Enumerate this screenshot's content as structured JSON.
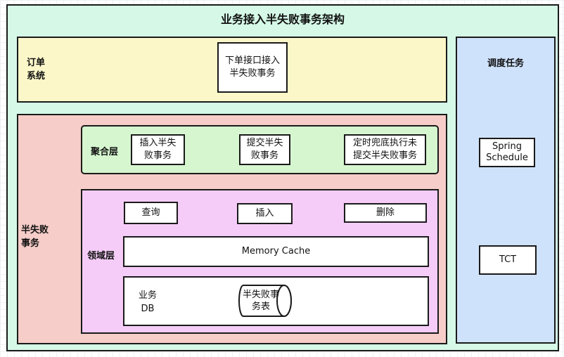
{
  "title": "业务接入半失败事务架构",
  "order_system": {
    "label": "订单\n系统",
    "api_box": "下单接口接入半失败事务"
  },
  "half_failure_tx": {
    "label": "半失败\n事务",
    "aggregation": {
      "label": "聚合层",
      "insert": "插入半失败事务",
      "submit": "提交半失败事务",
      "scheduled_submit": "定时兜底执行未提交半失败事务"
    },
    "domain_layer": {
      "label": "领域层",
      "query": "查询",
      "insert": "插入",
      "delete": "删除",
      "memory_cache": "Memory Cache",
      "db_label": "业务\nDB",
      "table": "半失败事务表"
    }
  },
  "scheduler": {
    "title": "调度任务",
    "spring": "Spring Schedule",
    "tct": "TCT"
  },
  "colors": {
    "outer": "#d5f8e7",
    "order": "#fbf7c9",
    "half_tx": "#f6cdc8",
    "aggregation": "#d6f6cf",
    "domain": "#f5ccf8",
    "scheduler": "#cfe2fb"
  }
}
